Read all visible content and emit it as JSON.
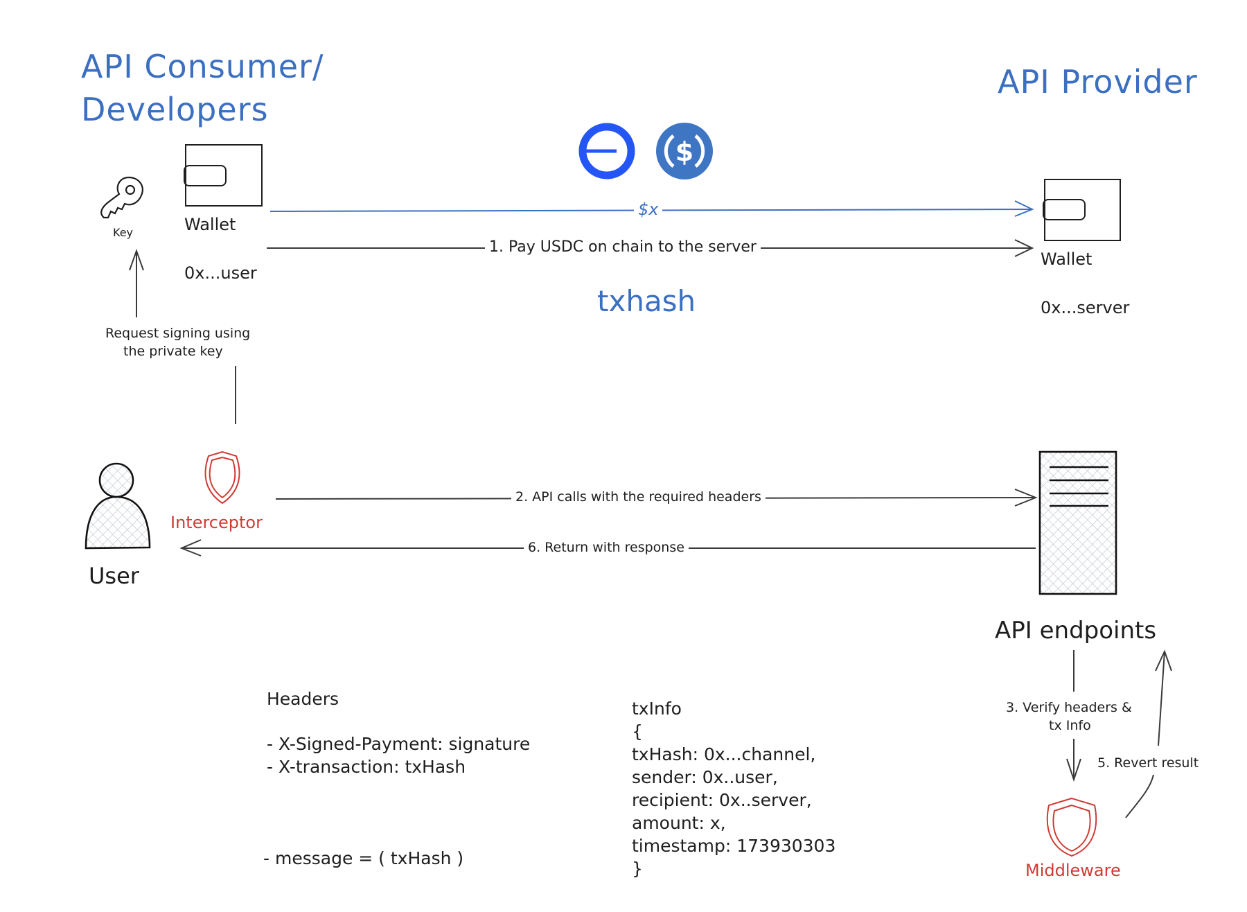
{
  "titles": {
    "consumer_line1": "API Consumer/",
    "consumer_line2": "Developers",
    "provider": "API Provider"
  },
  "consumer": {
    "key_label": "Key",
    "wallet_label": "Wallet",
    "wallet_address": "0x...user",
    "user_label": "User",
    "interceptor_label": "Interceptor",
    "signing_note_line1": "Request signing using",
    "signing_note_line2": "the private key"
  },
  "provider": {
    "wallet_label": "Wallet",
    "wallet_address": "0x...server",
    "endpoints_label": "API endpoints",
    "middleware_label": "Middleware"
  },
  "tokens": {
    "chain_icon": "base-chain-icon",
    "usdc_icon": "usdc-coin-icon",
    "amount_label": "$x",
    "txhash_label": "txhash"
  },
  "flows": {
    "step1": "1. Pay USDC on chain to the server",
    "step2": "2. API calls with the required headers",
    "step3_line1": "3. Verify headers &",
    "step3_line2": "tx Info",
    "step5": "5. Revert result",
    "step6": "6. Return with response"
  },
  "headers_block": {
    "title": "Headers",
    "items": [
      "- X-Signed-Payment: signature",
      "- X-transaction: txHash"
    ],
    "message": "- message = ( txHash )"
  },
  "txinfo_block": {
    "title": "txInfo",
    "open": "{",
    "fields": [
      "txHash: 0x...channel,",
      "sender: 0x..user,",
      "recipient: 0x..server,",
      "amount: x,",
      "timestamp: 173930303"
    ],
    "close": "}"
  },
  "colors": {
    "title_blue": "#3b6fc1",
    "base_blue": "#2356f5",
    "usdc_blue": "#3f76c4",
    "accent_red": "#d03a33",
    "ink": "#1e1e1e"
  }
}
